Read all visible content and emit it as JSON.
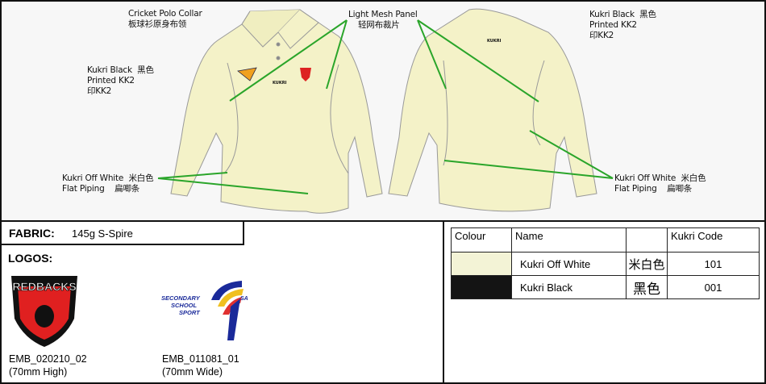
{
  "callouts": {
    "collar": {
      "en": "Cricket Polo Collar",
      "zh": "板球衫原身布领"
    },
    "front_print": {
      "en": "Kukri Black",
      "zh": "黑色",
      "line2": "Printed KK2",
      "line3": "印KK2"
    },
    "mesh": {
      "en": "Light Mesh Panel",
      "zh": "轻网布裁片"
    },
    "back_print": {
      "en": "Kukri Black",
      "zh": "黑色",
      "line2": "Printed KK2",
      "line3": "印KK2"
    },
    "front_piping": {
      "en": "Kukri Off White",
      "zh": "米白色",
      "line2": "Flat Piping",
      "line2_zh": "扁唧条"
    },
    "back_piping": {
      "en": "Kukri Off White",
      "zh": "米白色",
      "line2": "Flat Piping",
      "line2_zh": "扁唧条"
    }
  },
  "fabric": {
    "label": "FABRIC:",
    "value": "145g S-Spire"
  },
  "logos": {
    "title": "LOGOS:",
    "items": [
      {
        "code": "EMB_020210_02",
        "size": "(70mm High)",
        "artwork_text": "REDBACKS"
      },
      {
        "code": "EMB_011081_01",
        "size": "(70mm Wide)",
        "artwork_text": "SECONDARY SCHOOL SPORT SA"
      }
    ]
  },
  "colour_table": {
    "headers": [
      "Colour",
      "Name",
      "",
      "Kukri Code"
    ],
    "rows": [
      {
        "swatch": "#f3f3d6",
        "name": "Kukri Off White",
        "zh": "米白色",
        "code": "101"
      },
      {
        "swatch": "#141414",
        "name": "Kukri Black",
        "zh": "黑色",
        "code": "001"
      }
    ]
  },
  "colors": {
    "garment": "#f4f2c8",
    "leader": "#2aa52a"
  }
}
